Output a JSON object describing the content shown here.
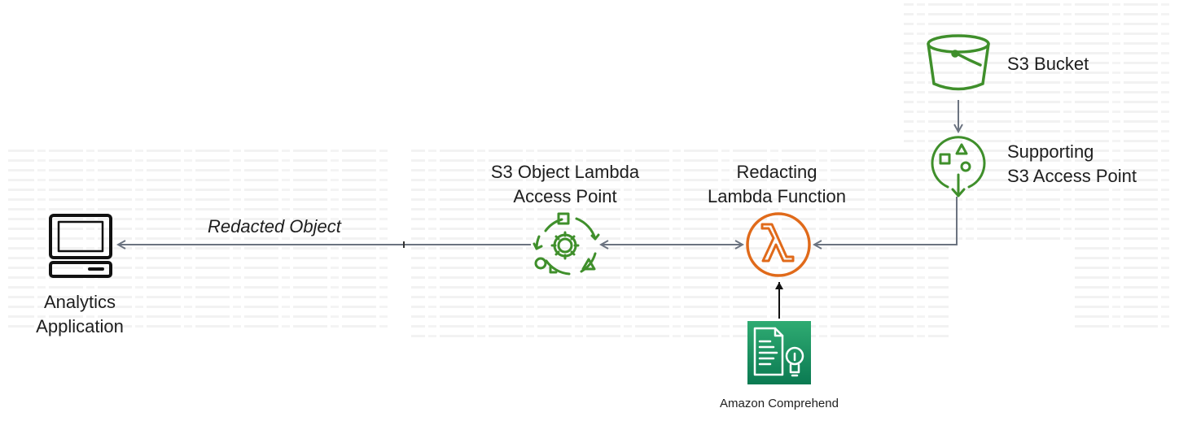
{
  "nodes": {
    "analytics": {
      "line1": "Analytics",
      "line2": "Application"
    },
    "object_lambda_ap": {
      "line1": "S3 Object Lambda",
      "line2": "Access Point"
    },
    "redacting_lambda": {
      "line1": "Redacting",
      "line2": "Lambda Function"
    },
    "s3_bucket": {
      "label": "S3 Bucket"
    },
    "supporting_ap": {
      "line1": "Supporting",
      "line2": "S3 Access Point"
    },
    "comprehend": {
      "label": "Amazon Comprehend"
    }
  },
  "edges": {
    "redacted_object": "Redacted Object"
  },
  "colors": {
    "green": "#3f8f2b",
    "orange": "#e06a1a",
    "comprehend_top": "#2fab72",
    "comprehend_bottom": "#0b7a52",
    "arrow": "#6b7380",
    "text": "#1e1e1e"
  },
  "icons": {
    "analytics": "computer-icon",
    "object_lambda_ap": "s3-object-lambda-icon",
    "redacting_lambda": "lambda-icon",
    "s3_bucket": "bucket-icon",
    "supporting_ap": "access-point-icon",
    "comprehend": "comprehend-icon"
  }
}
